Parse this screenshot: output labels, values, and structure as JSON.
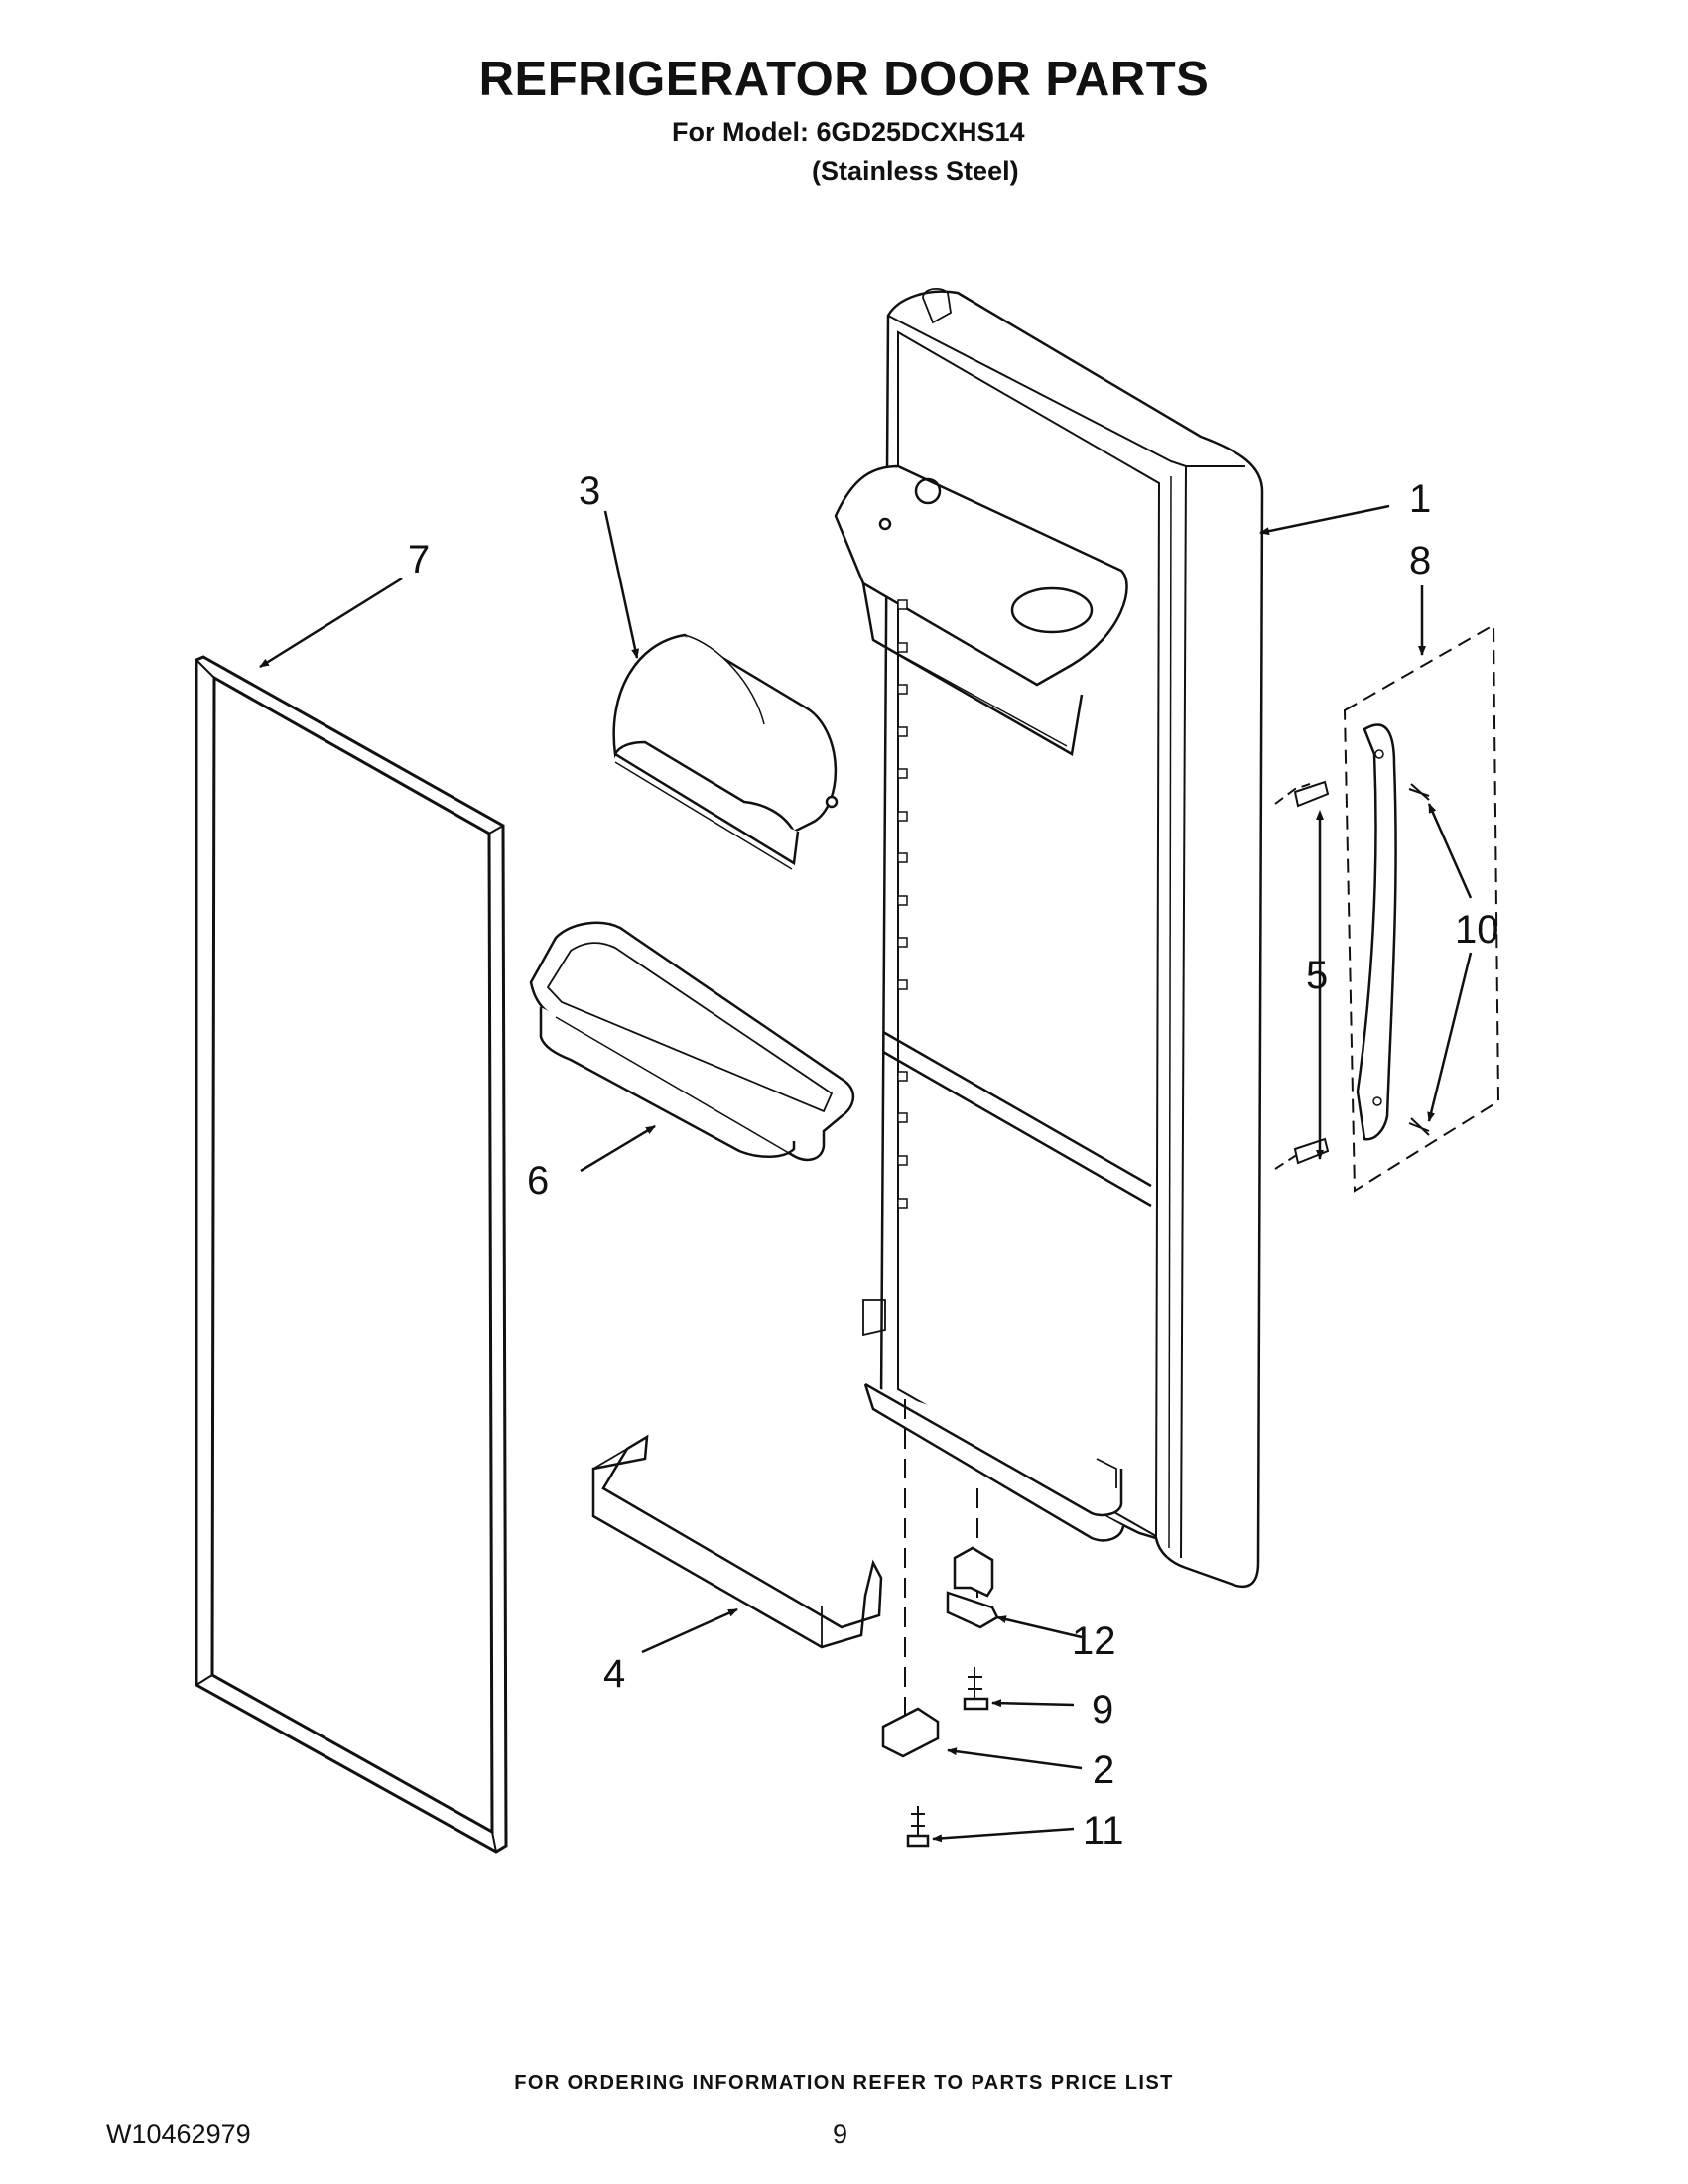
{
  "header": {
    "title": "REFRIGERATOR DOOR PARTS",
    "model": "For Model: 6GD25DCXHS14",
    "finish": "(Stainless Steel)"
  },
  "callouts": [
    "1",
    "2",
    "3",
    "4",
    "5",
    "6",
    "7",
    "8",
    "9",
    "10",
    "11",
    "12"
  ],
  "footer": {
    "ordering_note": "FOR ORDERING INFORMATION REFER TO PARTS PRICE LIST",
    "document_number": "W10462979",
    "page_number": "9"
  }
}
